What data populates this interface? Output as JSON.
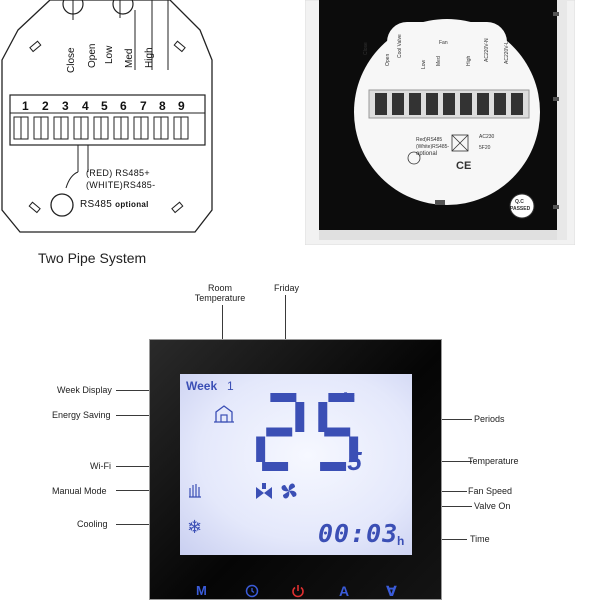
{
  "wiring": {
    "labels_vertical": [
      "Close",
      "Open",
      "Low",
      "Med",
      "High"
    ],
    "terminals": [
      "1",
      "2",
      "3",
      "4",
      "5",
      "6",
      "7",
      "8",
      "9"
    ],
    "rs485_red": "(RED) RS485+",
    "rs485_white": "(WHITE)RS485-",
    "rs485_optional_a": "RS485",
    "rs485_optional_b": "optional",
    "caption": "Two Pipe System"
  },
  "back_photo": {
    "labels_vertical": [
      "Close",
      "Open",
      "Cool Valve",
      "Low",
      "Med",
      "High",
      "AC220V-N",
      "AC220V-L"
    ],
    "fan_label": "Fan",
    "rs485_a": "Red)RS485",
    "rs485_b": "(White)RS485-",
    "rs485_c": "optional",
    "spec_a": "AC230",
    "spec_b": "5F20",
    "ce_mark": "CE",
    "qc_stamp_a": "Q.C",
    "qc_stamp_b": "PASSED"
  },
  "callouts": {
    "room_temperature": "Room\nTemperature",
    "friday": "Friday",
    "week_display": "Week Display",
    "energy_saving": "Energy Saving",
    "wifi": "Wi-Fi",
    "manual_mode": "Manual Mode",
    "cooling": "Cooling",
    "periods": "Periods",
    "temperature": "Temperature",
    "fan_speed": "Fan Speed",
    "valve_on": "Valve On",
    "time": "Time"
  },
  "display": {
    "week_label": "Week",
    "week_number": "1",
    "temperature_integer": "25",
    "temperature_decimal": ".5",
    "temperature_unit": "°c",
    "time_value": "00:03",
    "time_unit": "h"
  },
  "buttons": {
    "mode_symbol": "M",
    "up_symbol": "A",
    "down_symbol": "∀"
  },
  "colors": {
    "lcd_blue": "#3b4fb5",
    "button_blue": "#3a5bd8",
    "power_red": "#e03030"
  }
}
